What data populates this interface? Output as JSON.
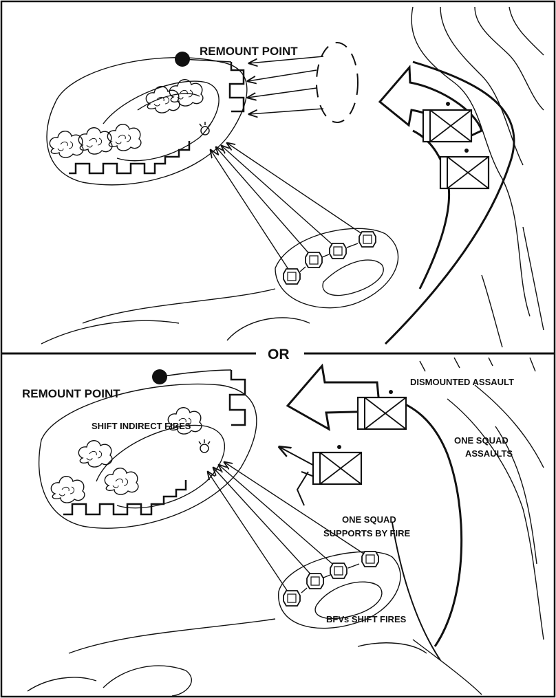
{
  "separator": {
    "label": "OR"
  },
  "top_panel": {
    "remount_label": "REMOUNT POINT"
  },
  "bottom_panel": {
    "remount_label": "REMOUNT POINT",
    "shift_indirect_label": "SHIFT INDIRECT FIRES",
    "dismounted_label": "DISMOUNTED ASSAULT",
    "one_squad_assaults_line1": "ONE SQUAD",
    "one_squad_assaults_line2": "ASSAULTS",
    "one_squad_supports_line1": "ONE SQUAD",
    "one_squad_supports_line2": "SUPPORTS BY FIRE",
    "bfv_shift_label": "BFVs SHIFT FIRES"
  },
  "colors": {
    "ink": "#111111",
    "paper": "#ffffff"
  }
}
